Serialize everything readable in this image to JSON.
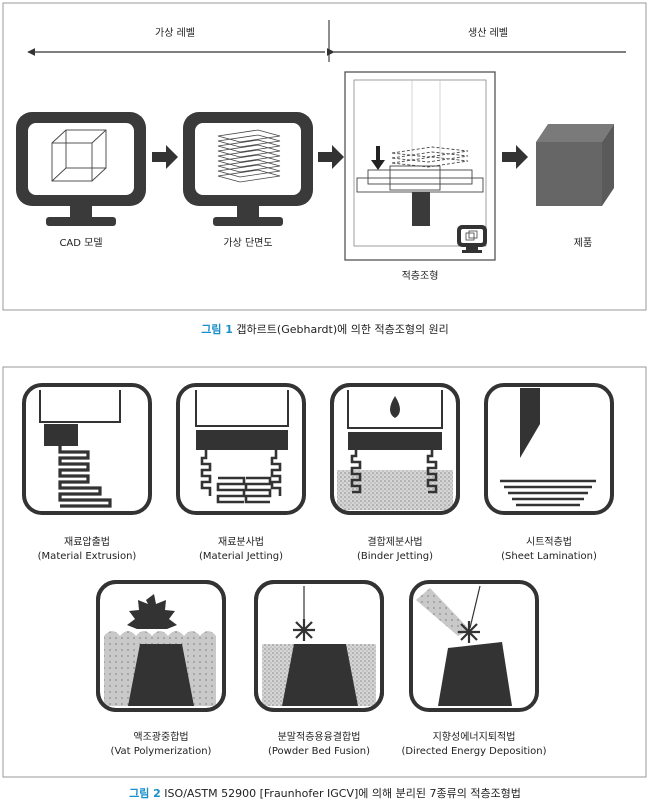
{
  "figure1": {
    "level_virtual": "가상 레벨",
    "level_production": "생산 레벨",
    "steps": [
      "CAD 모델",
      "가상 단면도",
      "적층조형",
      "제품"
    ],
    "caption_number": "그림 1",
    "caption_text": " 갭하르트(Gebhardt)에 의한 적층조형의 원리"
  },
  "figure2": {
    "processes": [
      {
        "ko": "재료압출법",
        "en": "(Material Extrusion)"
      },
      {
        "ko": "재료분사법",
        "en": "(Material Jetting)"
      },
      {
        "ko": "결합제분사법",
        "en": "(Binder Jetting)"
      },
      {
        "ko": "시트적층법",
        "en": "(Sheet Lamination)"
      },
      {
        "ko": "액조광중합법",
        "en": "(Vat Polymerization)"
      },
      {
        "ko": "분말적층용융결합법",
        "en": "(Powder Bed Fusion)"
      },
      {
        "ko": "지향성에너지퇴적법",
        "en": "(Directed Energy Deposition)"
      }
    ],
    "caption_number": "그림 2",
    "caption_text": " ISO/ASTM 52900 [Fraunhofer IGCV]에 의해 분리된 7종류의 적층조형법"
  },
  "colors": {
    "caption_accent": "#1a8fc9",
    "frame": "#999999",
    "icon": "#333333"
  }
}
